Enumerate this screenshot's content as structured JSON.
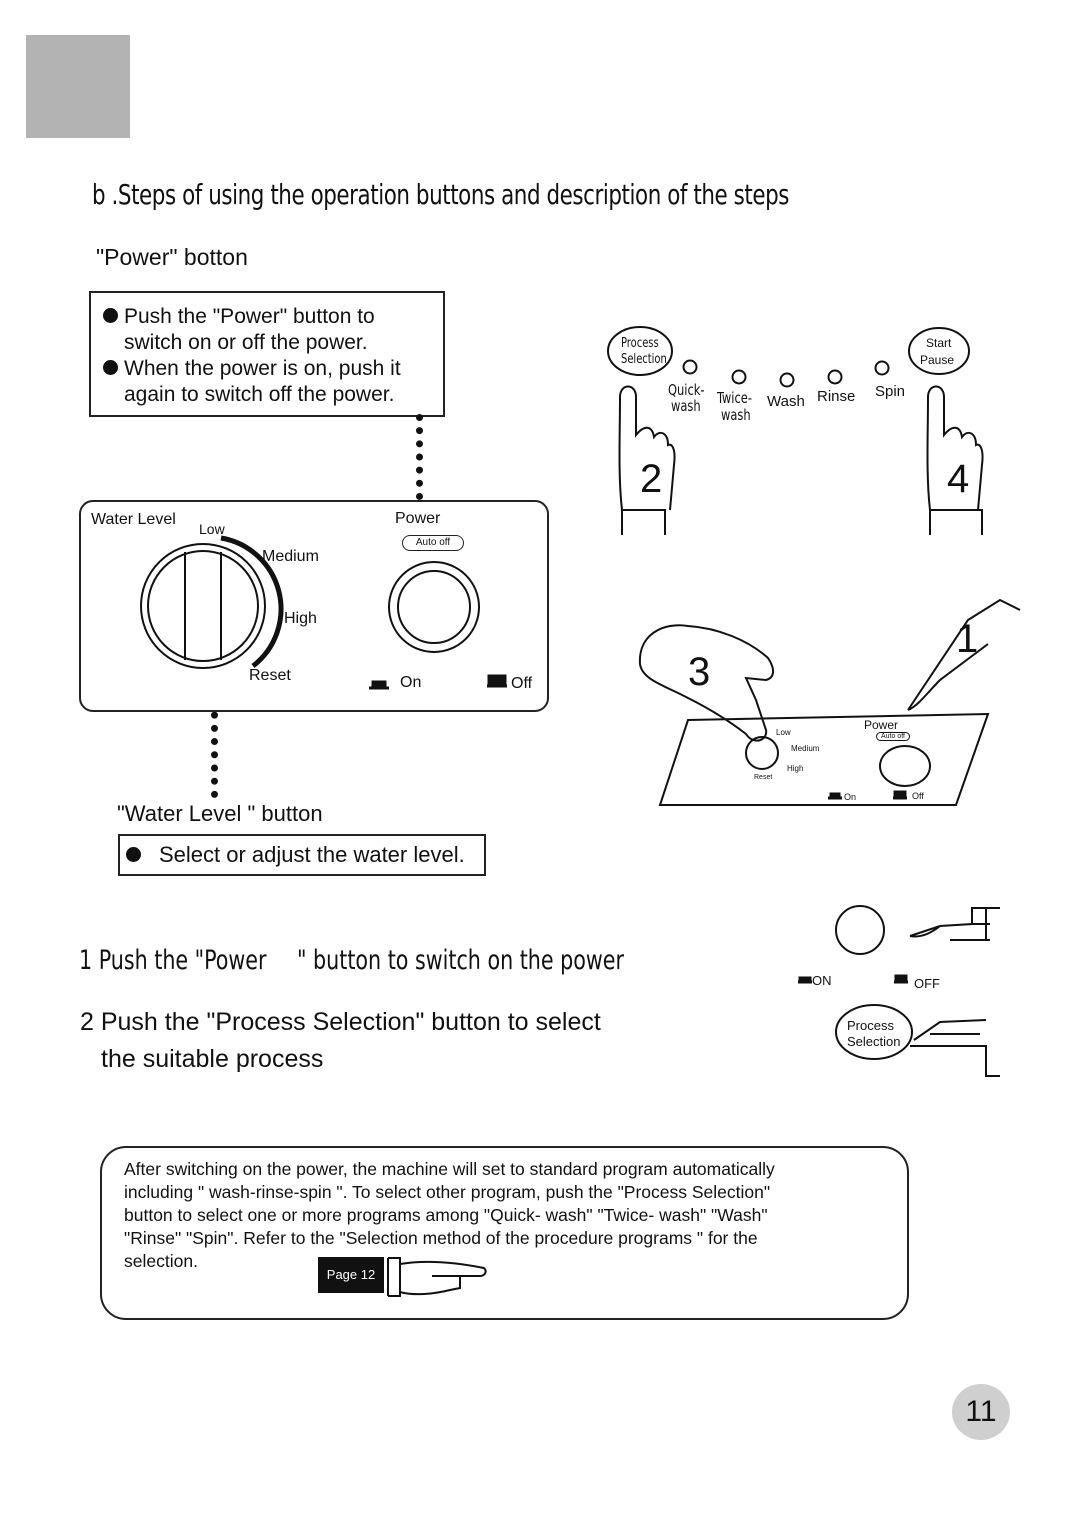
{
  "heading": "b .Steps of using the operation buttons and description of the steps",
  "power_section": {
    "title": "\"Power\" botton",
    "bullets": [
      "Push the \"Power\" button to",
      "switch on or off the power.",
      "When the power is on, push it",
      "again to switch off the power."
    ]
  },
  "panel": {
    "water_level_label": "Water Level",
    "low": "Low",
    "medium": "Medium",
    "high": "High",
    "reset": "Reset",
    "power_label": "Power",
    "auto_off": "Auto off",
    "on": "On",
    "off": "Off"
  },
  "water_level_section": {
    "title": "\"Water Level \" button",
    "bullet": "Select or adjust the water level."
  },
  "control_panel": {
    "process_selection": [
      "Process",
      "Selection"
    ],
    "start_pause": [
      "Start",
      "Pause"
    ],
    "programs": [
      {
        "line1": "Quick-",
        "line2": "wash"
      },
      {
        "line1": "Twice-",
        "line2": "wash"
      },
      {
        "line1": "Wash",
        "line2": ""
      },
      {
        "line1": "Rinse",
        "line2": ""
      },
      {
        "line1": "Spin",
        "line2": ""
      }
    ],
    "step_left": "2",
    "step_right": "4"
  },
  "illustration": {
    "step_3": "3",
    "step_1": "1",
    "power": "Power",
    "auto_off": "Auto off",
    "low": "Low",
    "medium": "Medium",
    "high": "High",
    "reset": "Reset",
    "on": "On",
    "off": "Off"
  },
  "steps": {
    "step1_a": "1 Push the \"Power",
    "step1_b": "\" button to switch on the power",
    "step2_line1": "2 Push the \"Process Selection\" button to select",
    "step2_line2": "the suitable process"
  },
  "side_icons": {
    "on": "ON",
    "off": "OFF",
    "process": "Process",
    "selection": "Selection"
  },
  "note": {
    "lines": [
      "After switching on the power, the machine will set to standard program automatically",
      "including \" wash-rinse-spin \".  To select other program, push the \"Process  Selection\"",
      "button to select one or more programs  among \"Quick- wash\" \"Twice- wash\" \"Wash\"",
      "\"Rinse\" \"Spin\". Refer  to  the  \"Selection method of the procedure programs \"  for the",
      "selection."
    ],
    "page_ref": "Page 12"
  },
  "page_number": "11"
}
